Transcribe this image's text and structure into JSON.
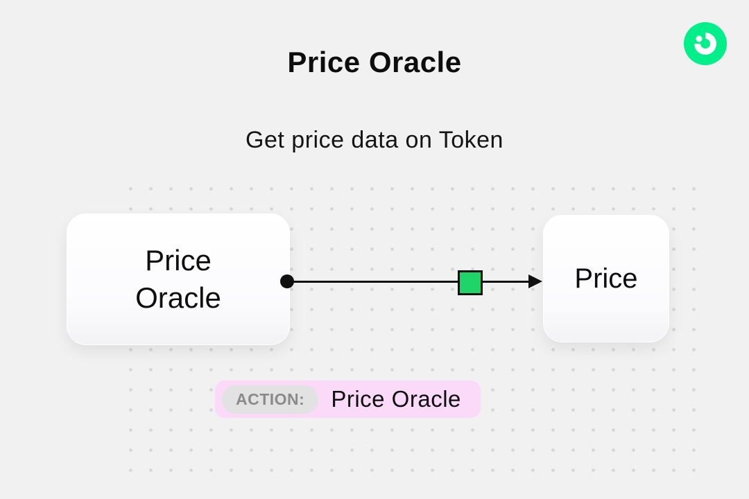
{
  "header": {
    "title": "Price Oracle",
    "subtitle": "Get price data on Token"
  },
  "logo": {
    "name": "flow-logo",
    "color": "#00ef8b"
  },
  "diagram": {
    "nodes": [
      {
        "id": "price-oracle",
        "label": "Price Oracle"
      },
      {
        "id": "price",
        "label": "Price"
      }
    ],
    "edge": {
      "from": "price-oracle",
      "to": "price",
      "marker_color": "#1fd468"
    }
  },
  "action": {
    "label": "ACTION:",
    "value": "Price Oracle",
    "badge_color": "#fbd9f8"
  }
}
